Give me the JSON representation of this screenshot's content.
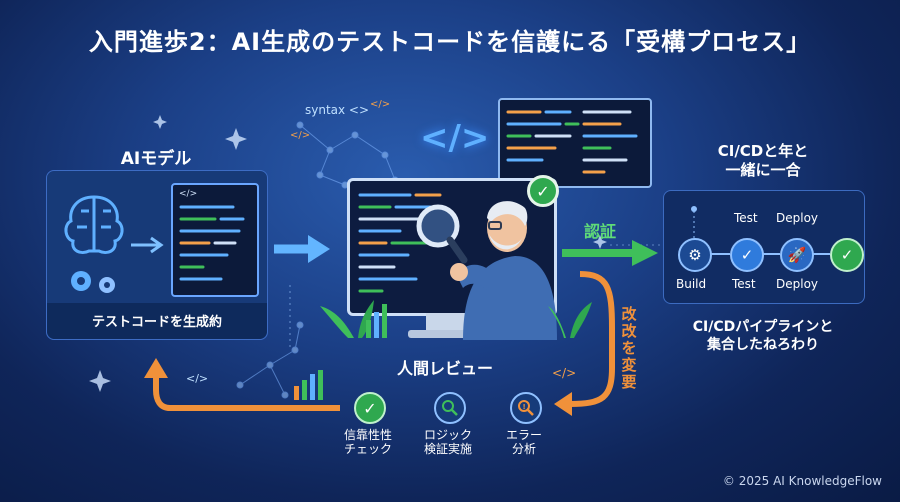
{
  "title": "入門進歩2：AI生成のテストコードを信護にる「受構プロセス」",
  "ai_model": {
    "heading": "AIモデル",
    "caption": "テストコードを生成約",
    "code_tag": "</>"
  },
  "floating": {
    "syntax_label": "syntax <>",
    "tag1": "</>",
    "tag2": "</>",
    "tag3": "</>",
    "tag4": "</>",
    "big_code": "</>"
  },
  "review": {
    "heading": "人間レビュー",
    "checks": [
      {
        "label_line1": "信靠性性",
        "label_line2": "チェック",
        "icon": "check-icon",
        "color": "#2fa84f"
      },
      {
        "label_line1": "ロジック",
        "label_line2": "検証実施",
        "icon": "magnifier-icon",
        "color": "#163b7a"
      },
      {
        "label_line1": "エラー",
        "label_line2": "分析",
        "icon": "error-search-icon",
        "color": "#163b7a"
      }
    ]
  },
  "approve_label": "認証",
  "change_label": "改改を変要",
  "cicd": {
    "heading_line1": "CI/CDと年と",
    "heading_line2": "一緒に一合",
    "top_labels": [
      "Test",
      "Deploy"
    ],
    "bottom_labels": [
      "Build",
      "Test",
      "Deploy"
    ],
    "caption_line1": "CI/CDパイプラインと",
    "caption_line2": "集合したねろわり"
  },
  "copyright": "© 2025 AI KnowledgeFlow",
  "colors": {
    "accent_blue": "#5fb0ff",
    "green": "#3fbf5a",
    "orange": "#f0913a"
  }
}
